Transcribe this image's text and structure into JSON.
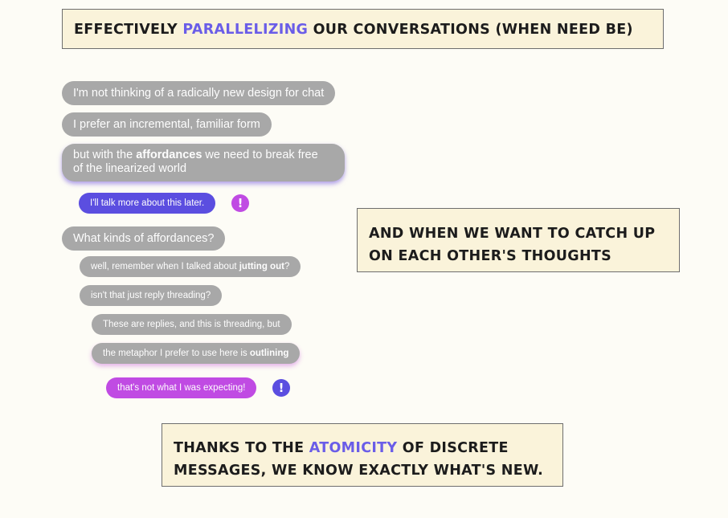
{
  "captions": {
    "top": {
      "before": "Effectively ",
      "accent": "parallelizing",
      "after": " our conversations (when need be)"
    },
    "middle": {
      "line1": "And when we want to catch up",
      "line2": "on each other's thoughts"
    },
    "bottom": {
      "before": "Thanks to the ",
      "accent": "atomicity",
      "after": " of discrete",
      "line2": "messages, we know exactly what's new."
    }
  },
  "messages": [
    {
      "text": "I'm not thinking of a radically new design for chat"
    },
    {
      "text": "I prefer an incremental, familiar form"
    },
    {
      "pre": "but with the ",
      "bold": "affordances",
      "post": " we need to break free",
      "line2": "of the linearized world"
    },
    {
      "text": "I'll talk more about this later."
    },
    {
      "text": "What kinds of affordances?"
    },
    {
      "pre": "well, remember when I talked about ",
      "bold": "jutting out",
      "post": "?"
    },
    {
      "text": "isn't that just reply threading?"
    },
    {
      "text": "These are replies, and this is threading, but"
    },
    {
      "pre": "the metaphor I prefer to use here is ",
      "bold": "outlining"
    },
    {
      "text": "that's not what I was expecting!"
    }
  ],
  "alert_icons": [
    {
      "glyph": "!",
      "color": "#c04be3"
    },
    {
      "glyph": "!",
      "color": "#5b4ee0"
    }
  ],
  "colors": {
    "background": "#fdfcf6",
    "caption_bg": "#faf3da",
    "accent": "#6a5de8",
    "bubble_gray": "#a8a8a8",
    "bubble_blue": "#5b4ee0",
    "bubble_magenta": "#c04be3"
  }
}
